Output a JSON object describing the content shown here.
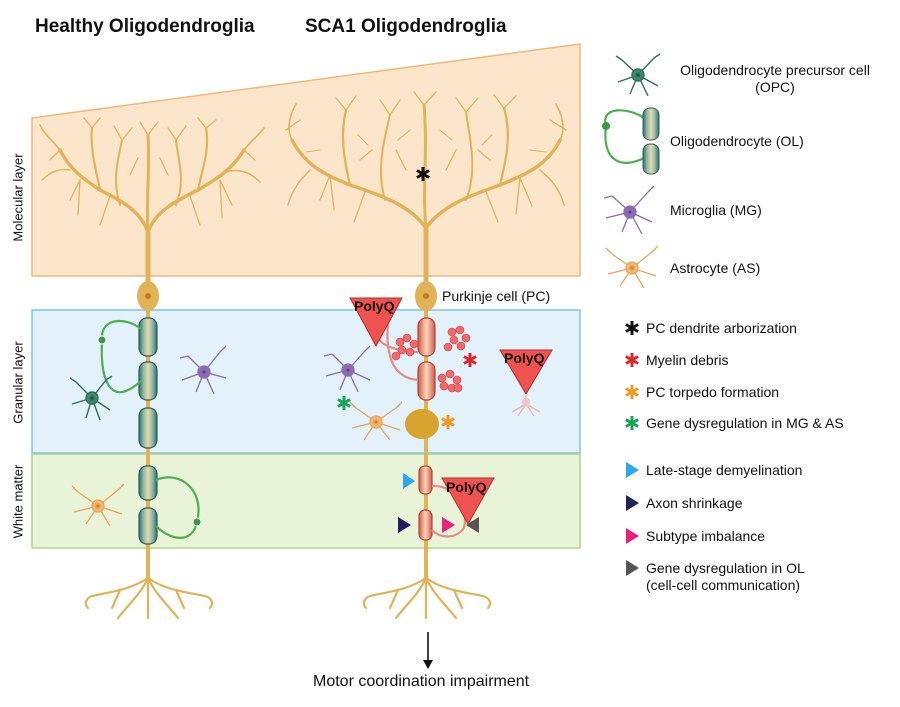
{
  "titles": {
    "healthy": "Healthy Oligodendroglia",
    "sca1": "SCA1 Oligodendroglia"
  },
  "layers": {
    "molecular": "Molecular layer",
    "granular": "Granular layer",
    "white_matter": "White matter"
  },
  "labels": {
    "purkinje": "Purkinje cell (PC)",
    "polyq": "PolyQ",
    "conclusion": "Motor coordination impairment"
  },
  "cell_legend": [
    {
      "icon": "opc-icon",
      "line1": "Oligodendrocyte precursor cell",
      "line2": "(OPC)"
    },
    {
      "icon": "oligodendrocyte-icon",
      "line1": "Oligodendrocyte (OL)",
      "line2": ""
    },
    {
      "icon": "microglia-icon",
      "line1": "Microglia (MG)",
      "line2": ""
    },
    {
      "icon": "astrocyte-icon",
      "line1": "Astrocyte (AS)",
      "line2": ""
    }
  ],
  "asterisk_legend": [
    {
      "color": "#111111",
      "label": "PC dendrite arborization"
    },
    {
      "color": "#e0242b",
      "label": "Myelin debris"
    },
    {
      "color": "#f39a1e",
      "label": "PC torpedo formation"
    },
    {
      "color": "#1aa35a",
      "label": "Gene dysregulation in MG & AS"
    }
  ],
  "triangle_legend": [
    {
      "color": "#2ea6e8",
      "line1": "Late-stage demyelination",
      "line2": ""
    },
    {
      "color": "#23205e",
      "line1": "Axon shrinkage",
      "line2": ""
    },
    {
      "color": "#e8217a",
      "line1": "Subtype imbalance",
      "line2": ""
    },
    {
      "color": "#555555",
      "line1": "Gene dysregulation in OL",
      "line2": "(cell-cell communication)"
    }
  ],
  "colors": {
    "molecular_fill": "#fbe6cc",
    "molecular_stroke": "#f0b878",
    "granular_fill": "#e3f1fa",
    "granular_stroke": "#7cc6e2",
    "white_fill": "#e9f3d8",
    "white_stroke": "#aed48a",
    "purkinje": "#e2b256",
    "polyq": "#ef5350"
  }
}
